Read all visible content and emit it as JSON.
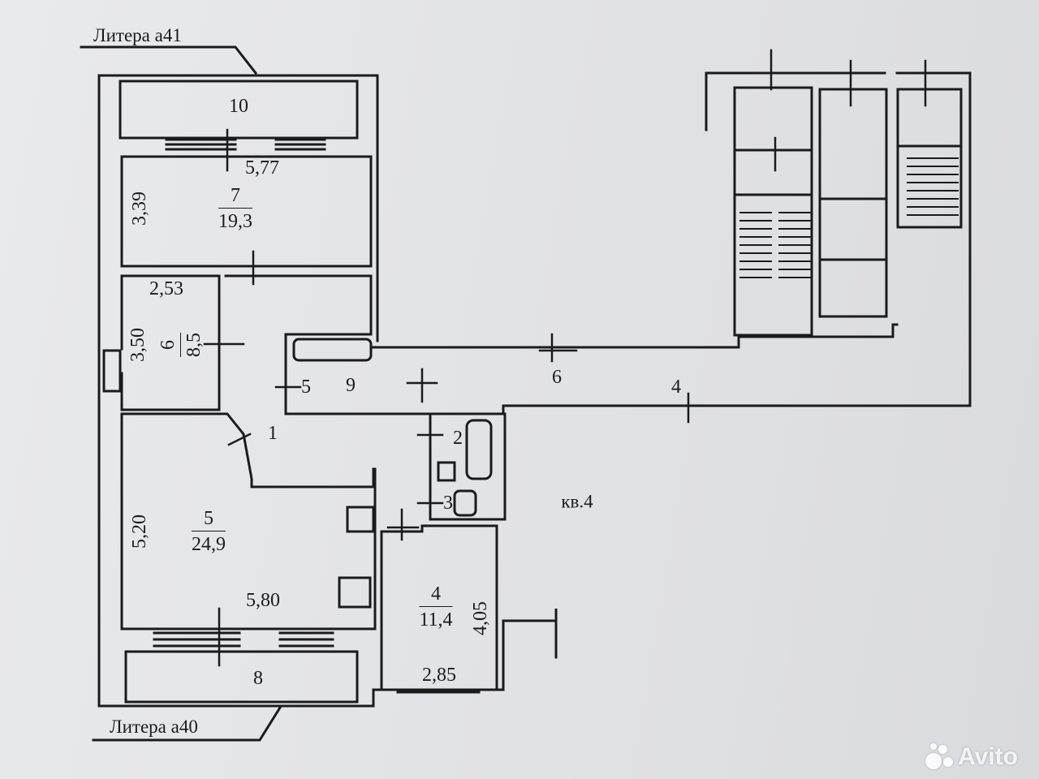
{
  "litera": {
    "top": "Литера а41",
    "bottom": "Литера а40"
  },
  "rooms": {
    "r10": {
      "number": "10"
    },
    "r7": {
      "number": "7",
      "area": "19,3",
      "width": "5,77",
      "depth": "3,39"
    },
    "r6": {
      "number": "6",
      "area": "8,5",
      "width": "2,53",
      "depth": "3,50"
    },
    "r5": {
      "number": "5",
      "area": "24,9",
      "width": "5,80",
      "depth": "5,20"
    },
    "r4": {
      "number": "4",
      "area": "11,4",
      "width": "2,85",
      "depth": "4,05"
    },
    "r8": {
      "number": "8"
    },
    "r1": {
      "number": "1"
    },
    "r2": {
      "number": "2"
    },
    "r3": {
      "number": "3"
    },
    "r9": {
      "number": "9"
    },
    "r5b": {
      "number": "5"
    },
    "c6": {
      "number": "6"
    },
    "c4": {
      "number": "4"
    }
  },
  "apartment_label": "кв.4",
  "watermark": {
    "brand": "Avito"
  },
  "colors": {
    "ink": "#1b1b1d",
    "paper": "#e4e5e9"
  }
}
